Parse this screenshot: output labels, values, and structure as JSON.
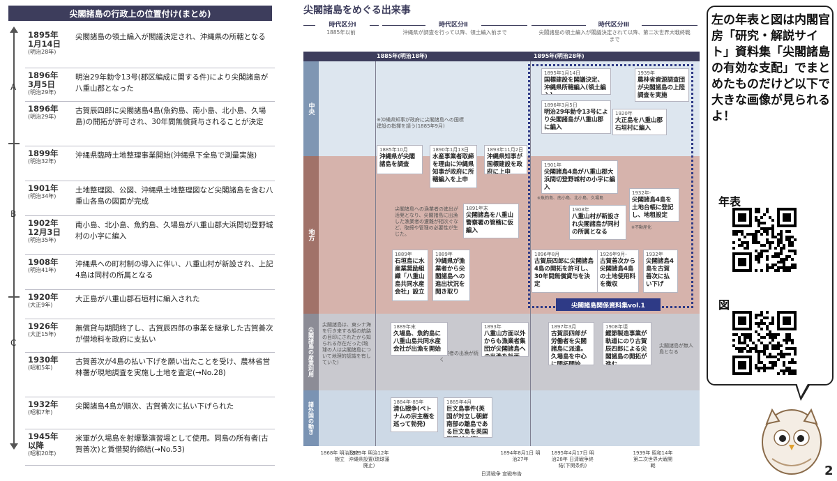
{
  "left": {
    "title": "尖閣諸島の行政上の位置付け(まとめ)",
    "segments": [
      "A",
      "B",
      "C"
    ],
    "rows": [
      {
        "year": "1895年",
        "date": "1月14日",
        "era": "(明治28年)",
        "text": "尖閣諸島の領土編入が閣議決定され、沖縄県の所轄となる"
      },
      {
        "year": "1896年",
        "date": "3月5日",
        "era": "(明治29年)",
        "text": "明治29年勅令13号(郡区編成に関する件)により尖閣諸島が八重山郡となった"
      },
      {
        "year": "1896年",
        "date": "",
        "era": "(明治29年)",
        "text": "古賀辰四郎に尖閣諸島4島(魚釣島、南小島、北小島、久場島)の開拓が許可され、30年間無償貸与されることが決定"
      },
      {
        "year": "1899年",
        "date": "",
        "era": "(明治32年)",
        "text": "沖縄県臨時土地整理事業開始(沖縄県下全島で測量実施)"
      },
      {
        "year": "1901年",
        "date": "",
        "era": "(明治34年)",
        "text": "土地整理図、公図、沖縄県土地整理図など尖閣諸島を含む八重山各島の図面が完成"
      },
      {
        "year": "1902年",
        "date": "12月3日",
        "era": "(明治35年)",
        "text": "南小島、北小島、魚釣島、久場島が八重山郡大浜間切登野城村の小字に編入"
      },
      {
        "year": "1908年",
        "date": "",
        "era": "(明治41年)",
        "text": "沖縄県への町村制の導入に伴い、八重山村が新設され、上記4島は同村の所属となる"
      },
      {
        "year": "1920年",
        "date": "",
        "era": "(大正9年)",
        "text": "大正島が八重山郡石垣村に編入された"
      },
      {
        "year": "1926年",
        "date": "",
        "era": "(大正15年)",
        "text": "無償貸与期間終了し、古賀辰四郎の事業を継承した古賀善次が借地料を政府に支払い"
      },
      {
        "year": "1930年",
        "date": "",
        "era": "(昭和5年)",
        "text": "古賀善次が4島の払い下げを願い出たことを受け、農林省営林署が現地調査を実施し土地を査定(→No.28)"
      },
      {
        "year": "1932年",
        "date": "",
        "era": "(昭和7年)",
        "text": "尖閣諸島4島が順次、古賀善次に払い下げられた"
      },
      {
        "year": "1945年",
        "date": "以降",
        "era": "(昭和20年)",
        "text": "米軍が久場島を射爆撃演習場として使用。同島の所有者(古賀善次)と賃借契約締結(→No.53)"
      }
    ]
  },
  "diagram": {
    "title": "尖閣諸島をめぐる出来事",
    "periods": [
      {
        "label": "時代区分Ⅰ",
        "sub": "1885年以前"
      },
      {
        "label": "時代区分Ⅱ",
        "sub": "沖縄県が調査を行って以降、領土編入前まで"
      },
      {
        "label": "時代区分Ⅲ",
        "sub": "尖閣諸島の領土編入が閣議決定されて以降、第二次世界大戦終戦まで"
      }
    ],
    "year_marks": [
      "1885年(明治18年)",
      "1895年(明治28年)"
    ],
    "bands": [
      "中央",
      "地方",
      "尖閣諸島の産業利用",
      "諸外国の動き"
    ],
    "notes": {
      "request": "※沖縄県知事が政府に尖閣諸島への国標建設の指揮を請う(1885年9月)",
      "fishing": "尖閣諸島への漁業者の進出が活発となり、尖閣諸島に出漁した漁業者の遭難が相次ぐなど、取締や管理の必要性が生じた。",
      "population": "尖閣諸島は、東シナ海を行き来する船の航路の目印にされたから知られる存在だった(琉球の人は尖閣諸島について地理的認識を有していた)",
      "expand": "漁業者の出漁が続く",
      "uninhabited": "尖閣諸島が無人島となる",
      "kuba": "※魚釣島、南小島、北小島、久場島",
      "fumei": "※不動産化"
    },
    "cards": [
      {
        "id": "c1895",
        "date": "1895年1月14日",
        "text": "国標建設を閣議決定、沖縄県所轄編入(領土編入)"
      },
      {
        "id": "c1939",
        "date": "1939年",
        "text": "農林省資源調査団が尖閣諸島の上陸調査を実施"
      },
      {
        "id": "c1896a",
        "date": "1896年3月5日",
        "text": "明治29年勅令13号により尖閣諸島が八重山郡に編入"
      },
      {
        "id": "c1920",
        "date": "1920年",
        "text": "大正島を八重山郡石垣村に編入"
      },
      {
        "id": "c1885",
        "date": "1885年10月",
        "text": "沖縄県が尖閣諸島を調査"
      },
      {
        "id": "c1890",
        "date": "1890年1月13日",
        "text": "水産事業者取締を理由に沖縄県知事が政府に所轄編入を上申"
      },
      {
        "id": "c1893",
        "date": "1893年11月2日",
        "text": "沖縄県知事が国標建設を政府に上申"
      },
      {
        "id": "c1901",
        "date": "1901年",
        "text": "尖閣諸島4島が八重山郡大浜間切登野城村の小字に編入"
      },
      {
        "id": "c1891",
        "date": "1891年末",
        "text": "尖閣諸島を八重山警察署の管轄に仮編入"
      },
      {
        "id": "c1908",
        "date": "1908年",
        "text": "八重山村が新設され尖閣諸島が同村の所属となる"
      },
      {
        "id": "c1932a",
        "date": "1932年-",
        "text": "尖閣諸島4島を土地台帳に登記し、地租設定"
      },
      {
        "id": "c1889a",
        "date": "1889年",
        "text": "石垣島に水産業奨励組織「八重山島共同水産会社」設立"
      },
      {
        "id": "c1889b",
        "date": "1889年",
        "text": "沖縄県が漁業者から尖閣諸島への進出状況を聞き取り"
      },
      {
        "id": "c1896b",
        "date": "1896年8月",
        "text": "古賀辰四郎に尖閣諸島4島の開拓を許可し、30年間無償貸与を決定"
      },
      {
        "id": "c1926",
        "date": "1926年9月-",
        "text": "古賀善次から尖閣諸島4島の土地使用料を徴収"
      },
      {
        "id": "c1932b",
        "date": "1932年",
        "text": "尖閣諸島4島を古賀善次に払い下げ"
      },
      {
        "id": "c1889c",
        "date": "1889年末",
        "text": "久場島、魚釣島に八重山島共同水産会社が出漁を開始"
      },
      {
        "id": "c1893b",
        "date": "1893年",
        "text": "八重山方面以外からも漁業者集団が尖閣諸島への出漁を計画"
      },
      {
        "id": "c1897",
        "date": "1897年3月",
        "text": "古賀辰四郎が労働者を尖閣諸島に派遣。久場島を中心に開拓開始"
      },
      {
        "id": "c1908b",
        "date": "1908年頃",
        "text": "鰹節製造事業が軌道にのり古賀辰四郎による尖閣諸島の開拓が進む"
      },
      {
        "id": "c1884",
        "date": "1884年-85年",
        "text": "清仏戦争(ベトナムの宗主権を巡って勃発)"
      },
      {
        "id": "c1885b",
        "date": "1885年4月",
        "text": "巨文島事件(英国が対立し朝鮮南部の離島である巨文島を英国海軍が占領)"
      }
    ],
    "dotbox_label": "尖閣諸島関係資料集vol.1",
    "bottom_events": [
      "1868年 明治政府樹立",
      "1879年 明治12年 沖縄県設置(琉球藩廃止)",
      "日清戦争 宣戦布告",
      "1894年8月1日 明治27年",
      "1895年4月17日 明治28年 日清戦争終結(下関条約)",
      "1939年 昭和14年 第二次世界大戦開戦"
    ]
  },
  "bubble": {
    "text": "左の年表と図は内閣官房「研究・解説サイト」資料集「尖閣諸島の有効な支配」でまとめたものだけど以下で大きな画像が見られるよ！",
    "qr1_label": "年表",
    "qr2_label": "図"
  },
  "page_number": "2",
  "colors": {
    "navy": "#3d3d5c",
    "central": "#dde6ef",
    "local": "#d6b3ac",
    "industry": "#c9c9cf",
    "foreign": "#cdd9e6",
    "label_central": "#7f96b3",
    "label_local": "#a17269",
    "label_industry": "#8c8c96",
    "label_foreign": "#7a93b3",
    "dotbox": "#2e3a86"
  }
}
